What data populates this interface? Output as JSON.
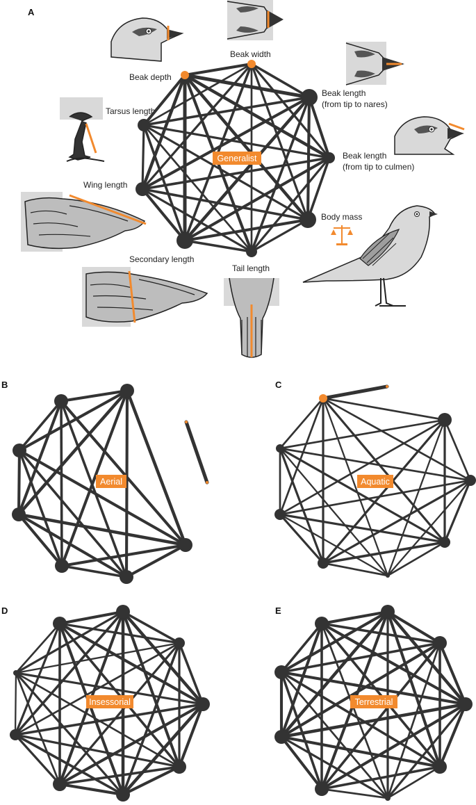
{
  "colors": {
    "edge": "#333333",
    "node": "#333333",
    "highlight": "#f28a2e",
    "label_box": "#f28a2e",
    "label_text": "#ffffff",
    "illustration_fill": "#d9d9d9",
    "illustration_stroke": "#222222"
  },
  "panels": {
    "A": {
      "letter": "A",
      "label": "Generalist"
    },
    "B": {
      "letter": "B",
      "label": "Aerial"
    },
    "C": {
      "letter": "C",
      "label": "Aquatic"
    },
    "D": {
      "letter": "D",
      "label": "Insessorial"
    },
    "E": {
      "letter": "E",
      "label": "Terrestrial"
    }
  },
  "traits": {
    "beak_depth": "Beak depth",
    "beak_width": "Beak width",
    "beak_length_nares_1": "Beak length",
    "beak_length_nares_2": "(from tip to nares)",
    "beak_length_culmen_1": "Beak length",
    "beak_length_culmen_2": "(from tip to culmen)",
    "body_mass": "Body mass",
    "tail_length": "Tail length",
    "secondary_length": "Secondary length",
    "wing_length": "Wing length",
    "tarsus_length": "Tarsus length"
  },
  "icons": [
    "beak-depth-head-icon",
    "beak-width-head-icon",
    "beak-nares-head-icon",
    "beak-culmen-head-icon",
    "tarsus-leg-icon",
    "wing-icon",
    "secondary-wing-icon",
    "tail-icon",
    "bird-body-icon",
    "balance-scale-icon"
  ]
}
